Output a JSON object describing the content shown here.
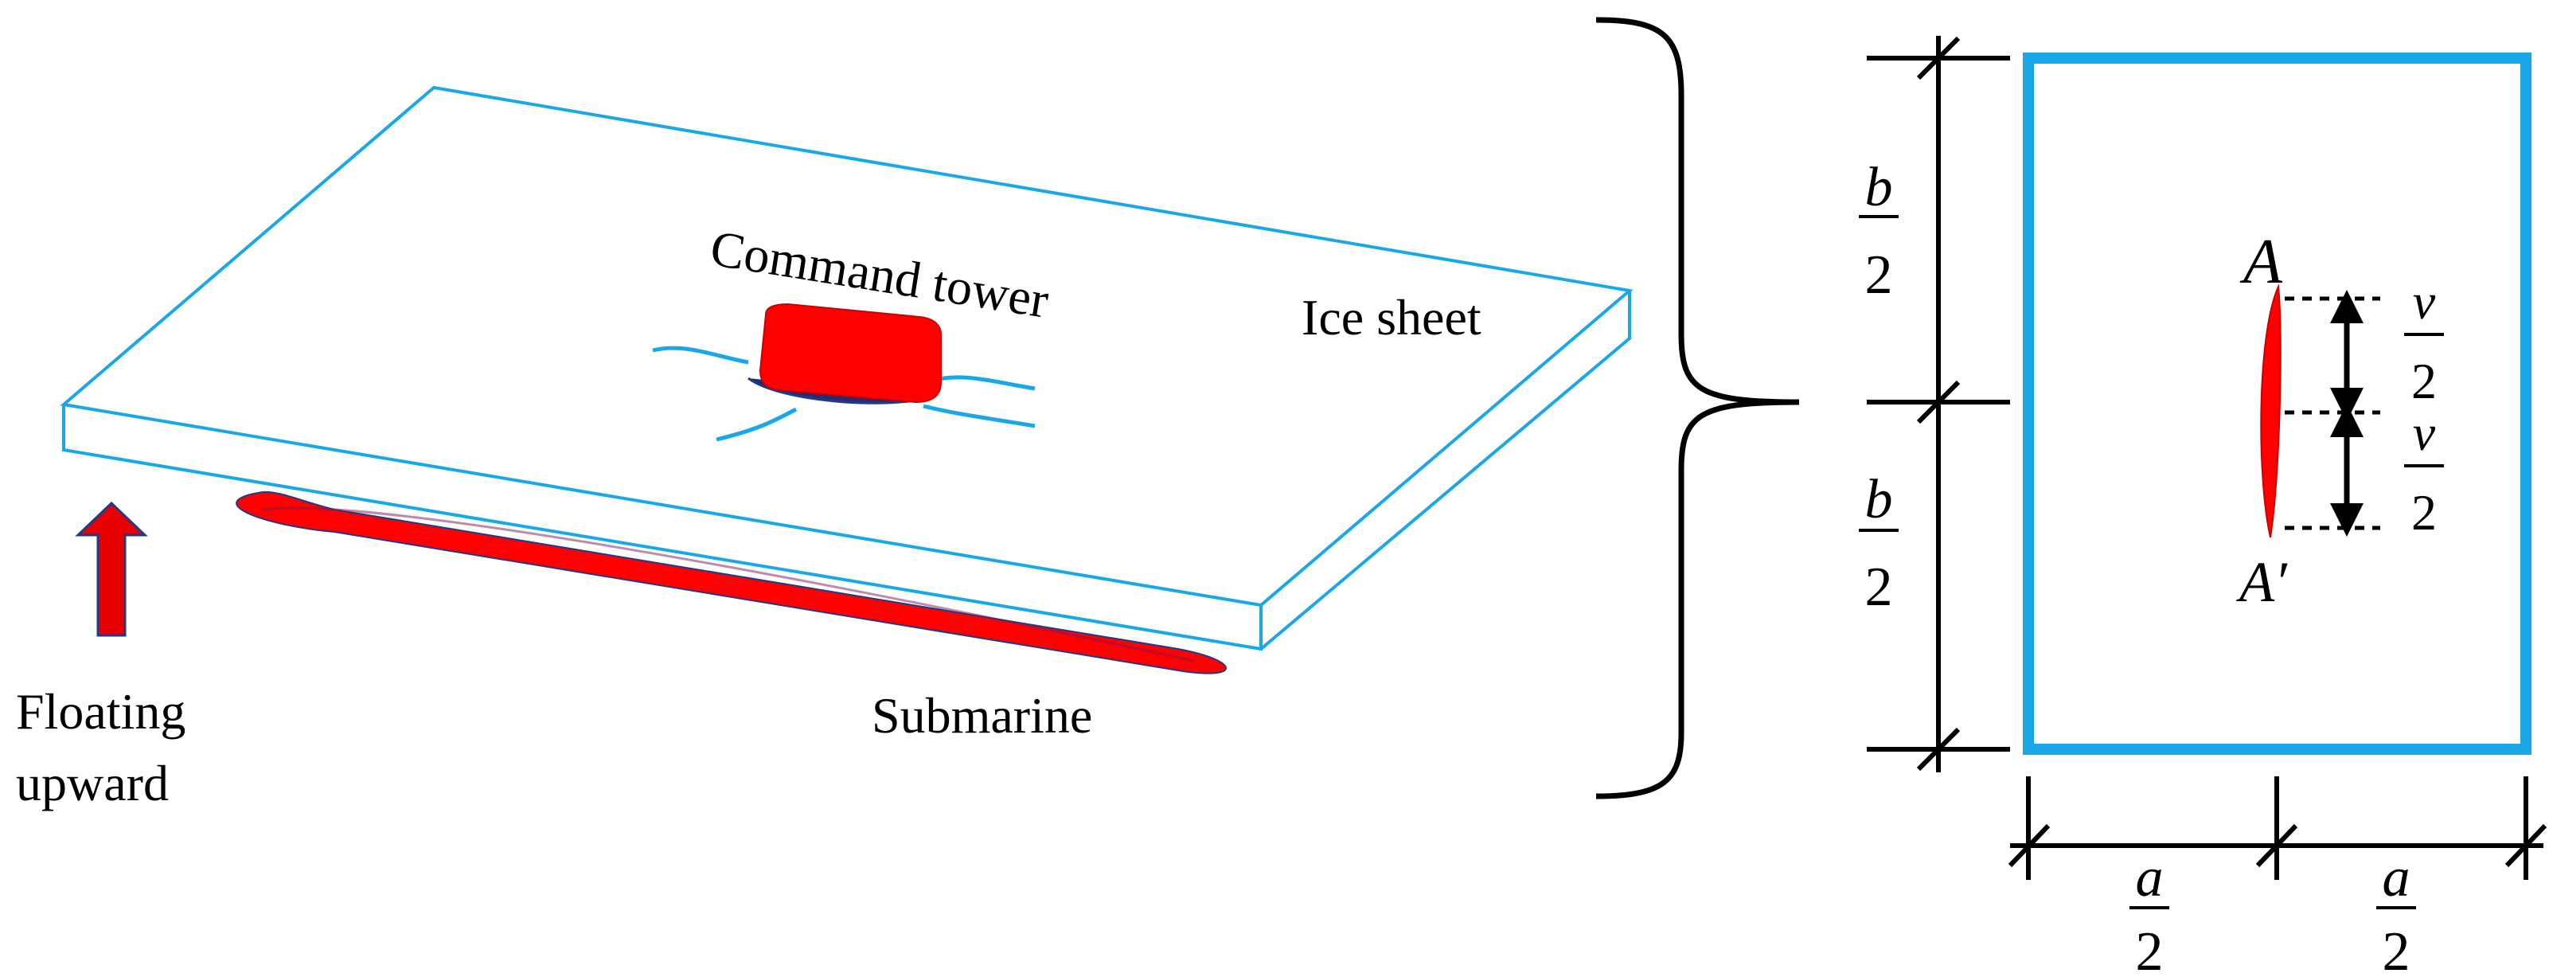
{
  "labels": {
    "command_tower": "Command tower",
    "ice_sheet": "Ice sheet",
    "floating_line1": "Floating",
    "floating_line2": "upward",
    "submarine": "Submarine"
  },
  "plan_view": {
    "point_top": "A",
    "point_bottom": "A′",
    "b": "b",
    "a": "a",
    "v": "v",
    "denominator": "2"
  },
  "colors": {
    "ice_outline": "#1aa7e8",
    "submarine": "#ff0000",
    "arrow_fill": "#e60000",
    "arrow_stroke": "#1f3a8a",
    "ink": "#000000"
  }
}
